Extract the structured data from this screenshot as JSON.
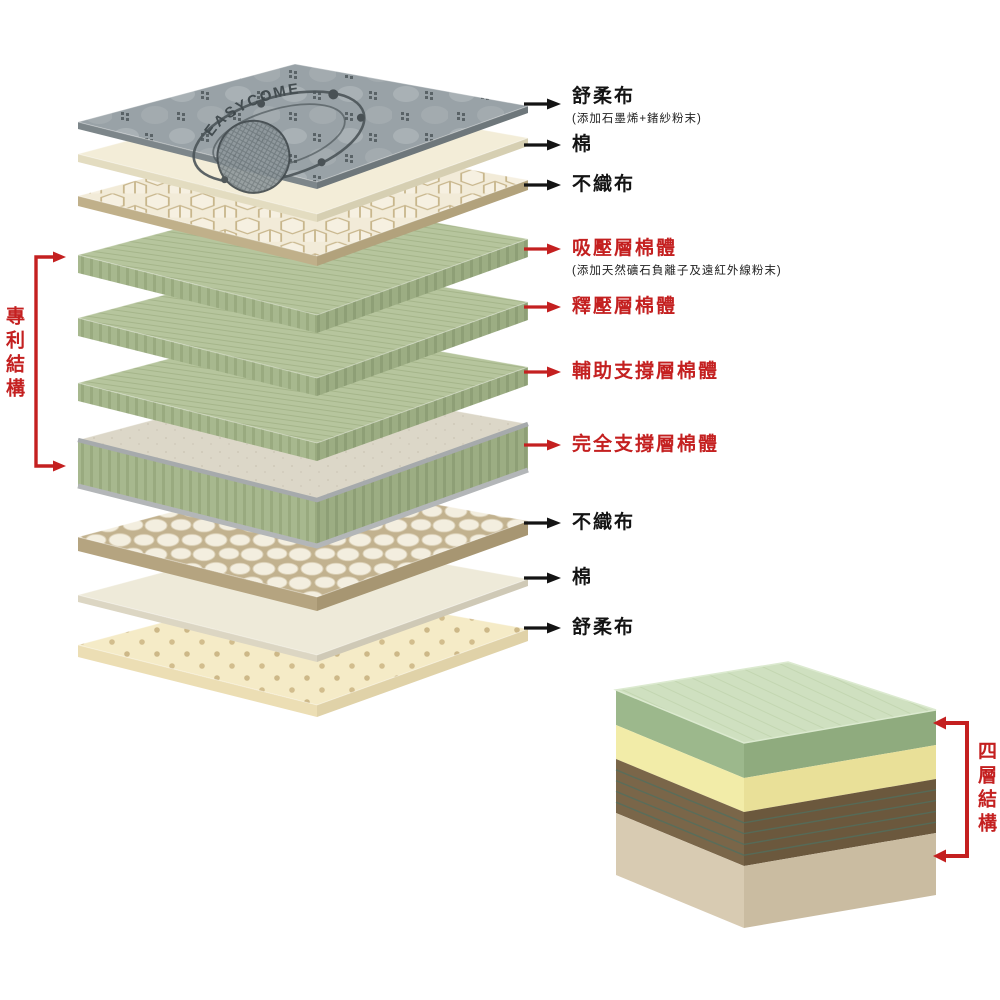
{
  "background_color": "#ffffff",
  "accent_red": "#c42020",
  "text_black": "#141414",
  "exploded_stack": {
    "fabric_logo_text": "EASYCOME",
    "layers": [
      {
        "label": "舒柔布",
        "sublabel": "(添加石墨烯+鍺紗粉末)",
        "label_color": "#141414",
        "material": "quilted-grey-fabric"
      },
      {
        "label": "棉",
        "label_color": "#141414",
        "material": "cotton-pad"
      },
      {
        "label": "不織布",
        "label_color": "#141414",
        "material": "non-woven-honeycomb"
      },
      {
        "label": "吸壓層棉體",
        "sublabel": "(添加天然礦石負離子及遠紅外線粉末)",
        "label_color": "#c42020",
        "material": "green-foam"
      },
      {
        "label": "釋壓層棉體",
        "label_color": "#c42020",
        "material": "green-foam"
      },
      {
        "label": "輔助支撐層棉體",
        "label_color": "#c42020",
        "material": "green-foam"
      },
      {
        "label": "完全支撐層棉體",
        "label_color": "#c42020",
        "material": "thick-support-foam"
      },
      {
        "label": "不織布",
        "label_color": "#141414",
        "material": "non-woven-pebble"
      },
      {
        "label": "棉",
        "label_color": "#141414",
        "material": "cotton-sheet"
      },
      {
        "label": "舒柔布",
        "label_color": "#141414",
        "material": "dimpled-soft-fabric"
      }
    ]
  },
  "patent_bracket": {
    "label": "專利結構",
    "color": "#c42020"
  },
  "four_layer_cube": {
    "label": "四層結構",
    "color": "#c42020",
    "top_color": "#cfe0c0",
    "bands": [
      {
        "name": "green-foam",
        "front": "#9cb88c",
        "side": "#8fab7e"
      },
      {
        "name": "yellow-foam",
        "front": "#f2eca8",
        "side": "#e9e098"
      },
      {
        "name": "brown-felt",
        "front": "#7a6649",
        "side": "#6b583d",
        "stitch": "#4f7060"
      },
      {
        "name": "tan-foam",
        "front": "#d8cbb2",
        "side": "#cabca1"
      }
    ]
  }
}
